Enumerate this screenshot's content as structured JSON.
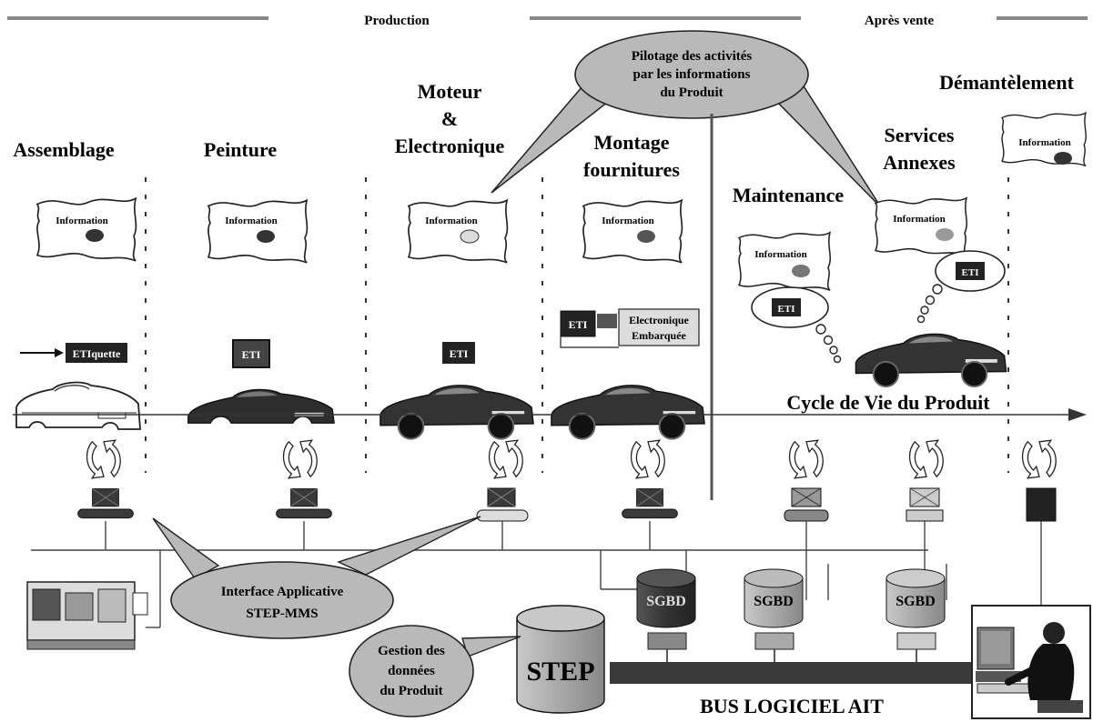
{
  "top_banner": {
    "production": "Production",
    "apres_vente": "Après vente"
  },
  "pilotage_bubble": {
    "line1": "Pilotage des activités",
    "line2": "par les informations",
    "line3": "du Produit"
  },
  "stages": {
    "assemblage": "Assemblage",
    "peinture": "Peinture",
    "moteur_l1": "Moteur",
    "moteur_l2": "&",
    "moteur_l3": "Electronique",
    "montage_l1": "Montage",
    "montage_l2": "fournitures",
    "maintenance": "Maintenance",
    "services_l1": "Services",
    "services_l2": "Annexes",
    "demantelement": "Démantèlement"
  },
  "information_label": "Information",
  "tags": {
    "etiquette": "ETIquette",
    "eti": "ETI",
    "electronique_l1": "Electronique",
    "electronique_l2": "Embarquée"
  },
  "cycle_label": "Cycle de Vie du Produit",
  "interface_bubble": {
    "line1": "Interface Applicative",
    "line2": "STEP-MMS"
  },
  "gestion_bubble": {
    "line1": "Gestion des",
    "line2": "données",
    "line3": "du Produit"
  },
  "databases": {
    "sgbd": "SGBD",
    "step": "STEP"
  },
  "bus_label": "BUS LOGICIEL AIT",
  "colors": {
    "dark": "#2a2a2a",
    "bubble_fill": "#b9b9b9",
    "info_dot": "#333333",
    "bus": "#3a3a3a"
  }
}
